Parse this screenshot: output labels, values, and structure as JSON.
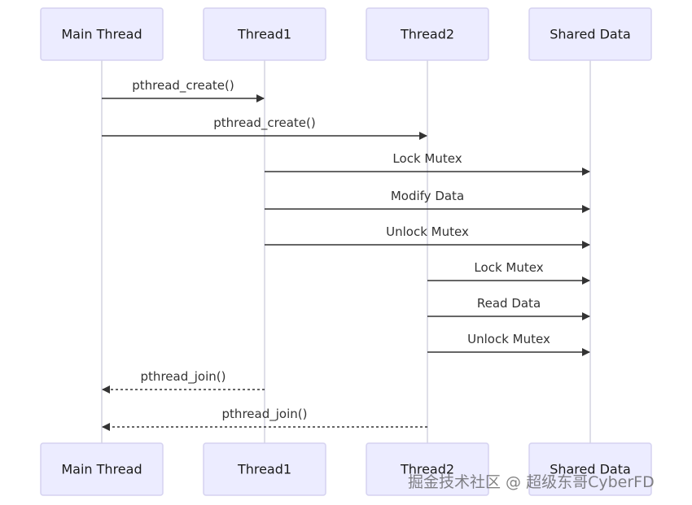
{
  "participants": [
    {
      "id": "main",
      "label": "Main Thread"
    },
    {
      "id": "t1",
      "label": "Thread1"
    },
    {
      "id": "t2",
      "label": "Thread2"
    },
    {
      "id": "shared",
      "label": "Shared Data"
    }
  ],
  "messages": [
    {
      "from": "main",
      "to": "t1",
      "label": "pthread_create()",
      "style": "solid"
    },
    {
      "from": "main",
      "to": "t2",
      "label": "pthread_create()",
      "style": "solid"
    },
    {
      "from": "t1",
      "to": "shared",
      "label": "Lock Mutex",
      "style": "solid"
    },
    {
      "from": "t1",
      "to": "shared",
      "label": "Modify Data",
      "style": "solid"
    },
    {
      "from": "t1",
      "to": "shared",
      "label": "Unlock Mutex",
      "style": "solid"
    },
    {
      "from": "t2",
      "to": "shared",
      "label": "Lock Mutex",
      "style": "solid"
    },
    {
      "from": "t2",
      "to": "shared",
      "label": "Read Data",
      "style": "solid"
    },
    {
      "from": "t2",
      "to": "shared",
      "label": "Unlock Mutex",
      "style": "solid"
    },
    {
      "from": "t1",
      "to": "main",
      "label": "pthread_join()",
      "style": "dashed"
    },
    {
      "from": "t2",
      "to": "main",
      "label": "pthread_join()",
      "style": "dashed"
    }
  ],
  "watermark": "掘金技术社区 @ 超级东哥CyberFD",
  "colors": {
    "box_fill": "#ececff",
    "box_stroke": "#d5d2f0",
    "line": "#333333"
  }
}
